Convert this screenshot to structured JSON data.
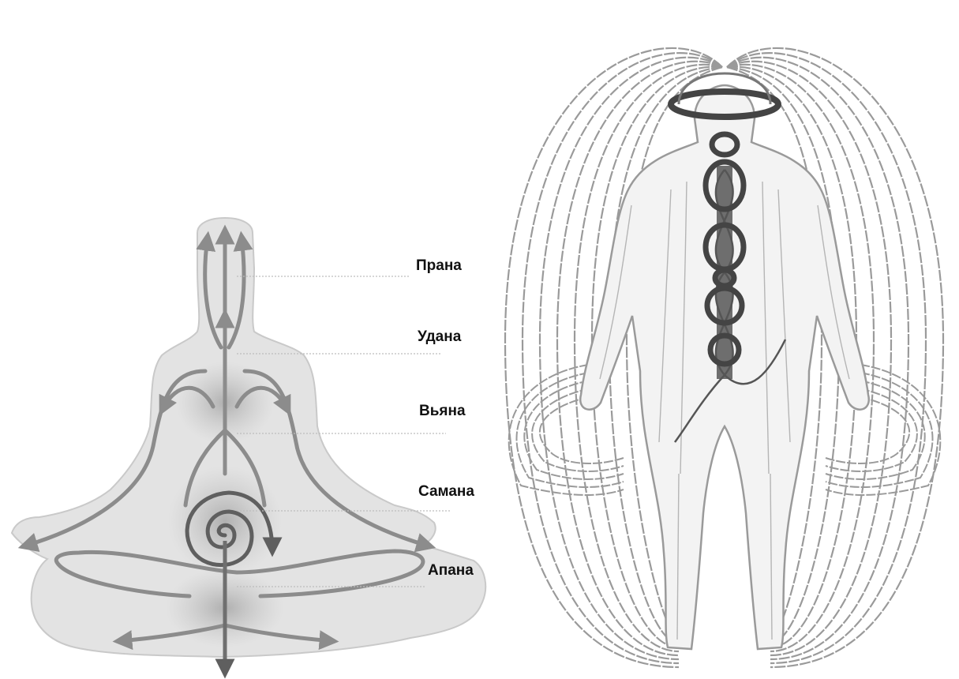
{
  "labels": [
    "Прана",
    "Удана",
    "Вьяна",
    "Самана",
    "Апана"
  ],
  "colors": {
    "figure_fill": "#e3e3e3",
    "figure_stroke": "#c9c9c9",
    "flow_arrow": "#8c8c8c",
    "spiral": "#5f5f5f",
    "field_lines": "#9a9a9a",
    "chakra": "#444444",
    "guide_line": "#bdbdbd"
  }
}
